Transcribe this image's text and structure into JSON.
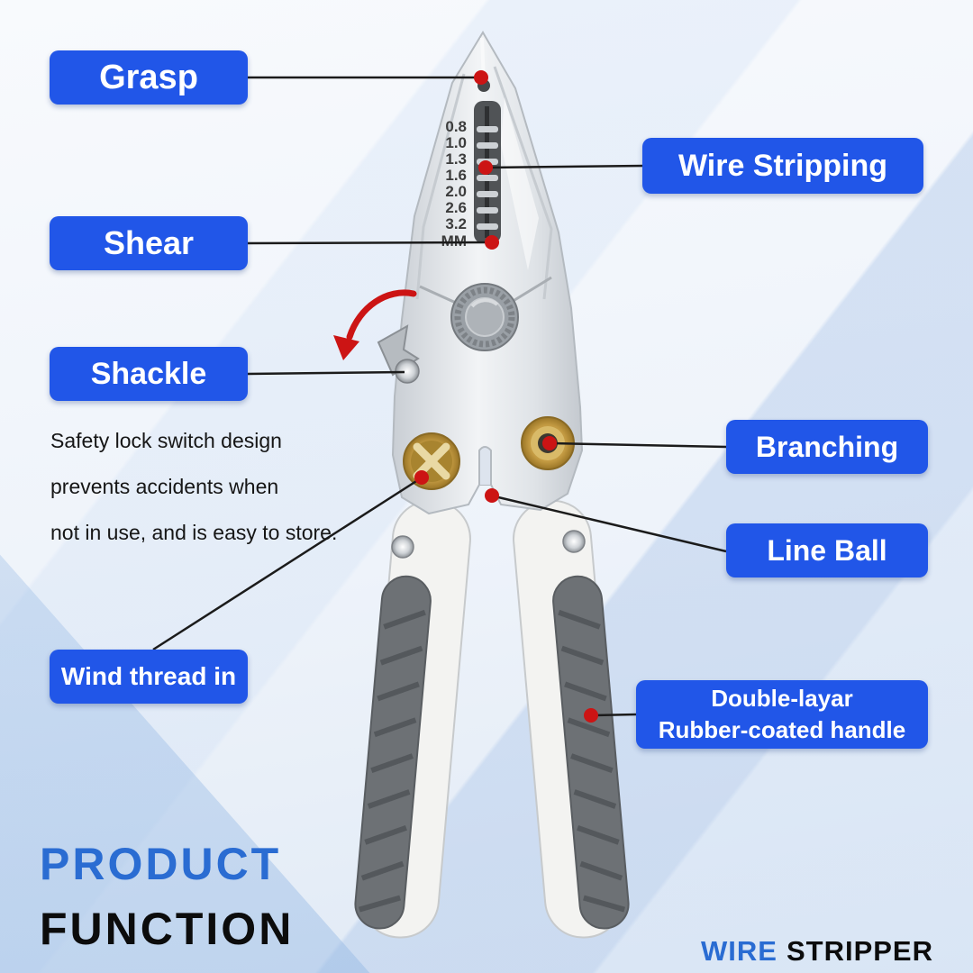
{
  "labels": {
    "grasp": "Grasp",
    "wire_stripping": "Wire Stripping",
    "shear": "Shear",
    "shackle": "Shackle",
    "branching": "Branching",
    "line_ball": "Line Ball",
    "wind_thread_in": "Wind thread in",
    "handle_line1": "Double-layar",
    "handle_line2": "Rubber-coated handle"
  },
  "description": {
    "line1": "Safety lock switch design",
    "line2": "prevents accidents when",
    "line3": "not in use, and is easy to store."
  },
  "scale": {
    "values": [
      "0.8",
      "1.0",
      "1.3",
      "1.6",
      "2.0",
      "2.6",
      "3.2",
      "MM"
    ]
  },
  "title": {
    "word1": "PRODUCT",
    "word2": "FUNCTION"
  },
  "footer": {
    "word1": "WIRE",
    "word2": "STRIPPER"
  },
  "colors": {
    "label_bg": "#2156e8",
    "accent_red": "#cc1414",
    "title_blue": "#2a6cd2",
    "gold": "#c39a42"
  }
}
